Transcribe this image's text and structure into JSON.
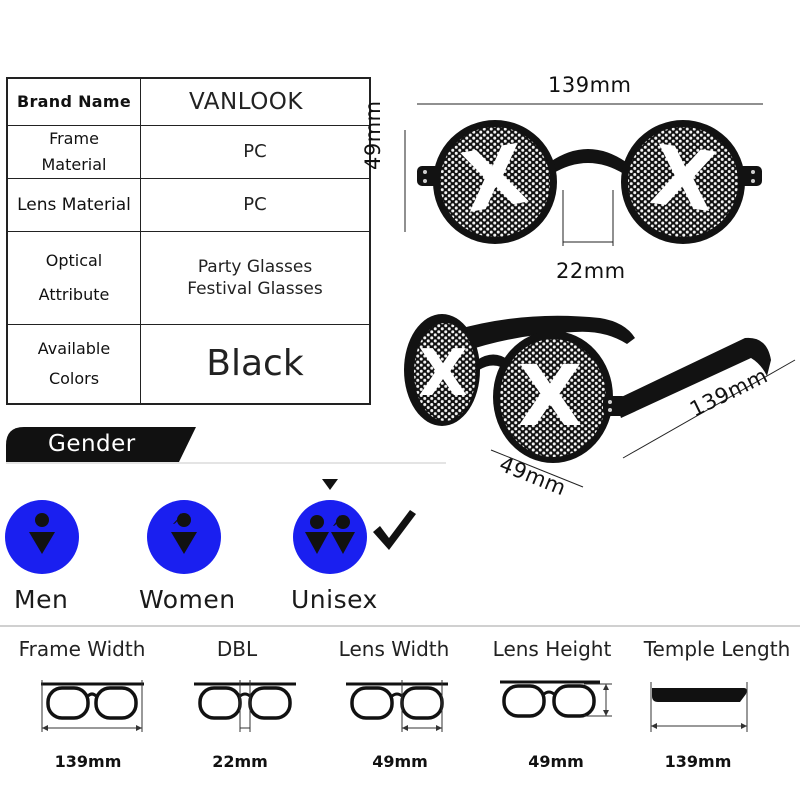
{
  "spec_table": {
    "brand_name_label": "Brand Name",
    "brand_name_value": "VANLOOK",
    "frame_material_label_1": "Frame",
    "frame_material_label_2": "Material",
    "frame_material_value": "PC",
    "lens_material_label": "Lens Material",
    "lens_material_value": "PC",
    "optical_attribute_label_1": "Optical",
    "optical_attribute_label_2": "Attribute",
    "optical_attribute_value_1": "Party Glasses",
    "optical_attribute_value_2": "Festival Glasses",
    "available_colors_label_1": "Available",
    "available_colors_label_2": "Colors",
    "available_colors_value": "Black"
  },
  "product_dimensions": {
    "front_width": "139mm",
    "front_height": "49mm",
    "bridge": "22mm",
    "angled_temple": "139mm",
    "angled_lens": "49mm"
  },
  "gender": {
    "title": "Gender",
    "options": [
      {
        "label": "Men",
        "icon": "man-icon"
      },
      {
        "label": "Women",
        "icon": "woman-icon"
      },
      {
        "label": "Unisex",
        "icon": "unisex-icon"
      }
    ],
    "selected": "Unisex"
  },
  "measurements": [
    {
      "label": "Frame Width",
      "value": "139mm"
    },
    {
      "label": "DBL",
      "value": "22mm"
    },
    {
      "label": "Lens Width",
      "value": "49mm"
    },
    {
      "label": "Lens Height",
      "value": "49mm"
    },
    {
      "label": "Temple Length",
      "value": "139mm"
    }
  ],
  "colors": {
    "gender_circle": "#1a1ff0",
    "banner": "#111111",
    "frame": "#121212"
  }
}
